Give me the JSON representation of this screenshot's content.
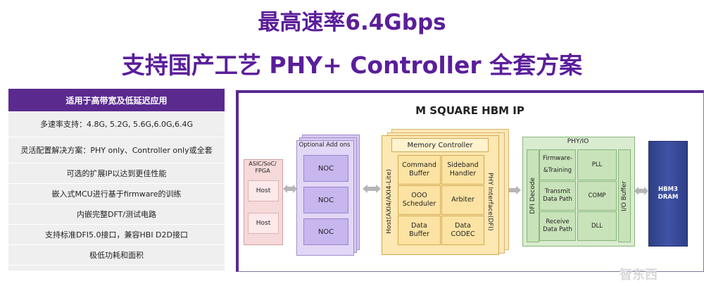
{
  "header": {
    "title_line1": "最高速率6.4Gbps",
    "title_line2": "支持国产工艺 PHY+ Controller 全套方案"
  },
  "features": {
    "heading": "适用于高带宽及低延迟应用",
    "items": [
      "多速率支持：4.8G, 5.2G, 5.6G,6.0G,6.4G",
      "灵活配置解决方案：PHY only、Controller only或全套",
      "可选的扩展IP以达到更佳性能",
      "嵌入式MCU进行基于firmware的训练",
      "内嵌完整DFT/测试电路",
      "支持标准DFI5.0接口，兼容HBI D2D接口",
      "极低功耗和面积"
    ]
  },
  "diagram": {
    "title": "M SQUARE HBM IP",
    "asic": {
      "label_line1": "ASIC/SoC/",
      "label_line2": "FPGA",
      "host1": "Host",
      "host2": "Host"
    },
    "optional": {
      "label": "Optional Add ons",
      "noc1": "NOC",
      "noc2": "NOC",
      "noc3": "NOC"
    },
    "memory_controller": {
      "label": "Memory Controller",
      "host_if": "Host(AXI4/AXI4-Lite)",
      "phy_if": "PHY Interface(DFI)",
      "cells": [
        [
          "Command",
          "Buffer"
        ],
        [
          "Sideband",
          "Handler"
        ],
        [
          "OOO",
          "Scheduler"
        ],
        [
          "Arbiter",
          ""
        ],
        [
          "Data",
          "Buffer"
        ],
        [
          "Data",
          "CODEC"
        ]
      ]
    },
    "phy": {
      "label": "PHY/IO",
      "dfi_decode": "DFI Decode",
      "io_buffer": "I/O Buffer",
      "firmware_line1": "Firmware-",
      "firmware_line2": "&Training",
      "pll": "PLL",
      "tx_line1": "Transmit",
      "tx_line2": "Data Path",
      "comp": "COMP",
      "rx_line1": "Receive",
      "rx_line2": "Data Path",
      "dll": "DLL"
    },
    "hbm": {
      "line1": "HBM3",
      "line2": "DRAM"
    }
  },
  "watermark": "智东西",
  "colors": {
    "title": "#5a1e9a",
    "list_header": "#5a2a8f",
    "optional": "#e3d7f7",
    "controller": "#fde7b2",
    "phy": "#d9ecd0",
    "hbm": "#2f3f86"
  }
}
